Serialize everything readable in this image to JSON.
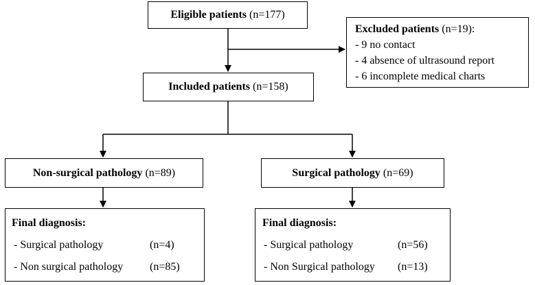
{
  "eligible": {
    "label": "Eligible patients",
    "count": "(n=177)"
  },
  "excluded": {
    "label": "Excluded patients",
    "count": "(n=19):",
    "items": [
      "- 9   no contact",
      "- 4 absence of ultrasound report",
      "- 6 incomplete medical charts"
    ]
  },
  "included": {
    "label": "Included patients",
    "count": "(n=158)"
  },
  "nonsurgical": {
    "label": "Non-surgical pathology",
    "count": "(n=89)"
  },
  "surgical": {
    "label": "Surgical pathology",
    "count": "(n=69)"
  },
  "final_left": {
    "title": "Final diagnosis:",
    "row1_label": "- Surgical pathology",
    "row1_count": "(n=4)",
    "row2_label": "- Non surgical pathology",
    "row2_count": "(n=85)"
  },
  "final_right": {
    "title": "Final diagnosis:",
    "row1_label": "- Surgical pathology",
    "row1_count": "(n=56)",
    "row2_label": "- Non Surgical pathology",
    "row2_count": "(n=13)"
  }
}
